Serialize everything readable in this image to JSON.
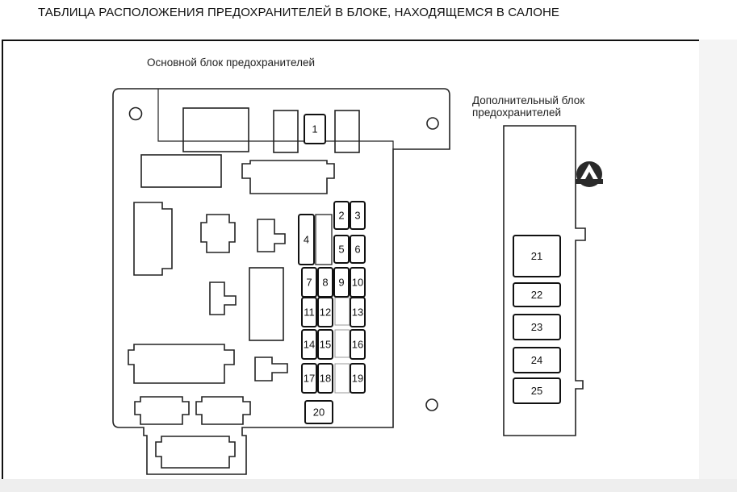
{
  "header": {
    "title": "ТАБЛИЦА РАСПОЛОЖЕНИЯ ПРЕДОХРАНИТЕЛЕЙ В БЛОКЕ, НАХОДЯЩЕМСЯ В САЛОНЕ"
  },
  "main_block": {
    "label": "Основной блок предохранителей",
    "fuses": [
      "1",
      "2",
      "3",
      "4",
      "5",
      "6",
      "7",
      "8",
      "9",
      "10",
      "11",
      "12",
      "13",
      "14",
      "15",
      "16",
      "17",
      "18",
      "19",
      "20"
    ]
  },
  "aux_block": {
    "label_line1": "Дополнительный блок",
    "label_line2": "предохранителей",
    "fuses": [
      "21",
      "22",
      "23",
      "24",
      "25"
    ]
  }
}
